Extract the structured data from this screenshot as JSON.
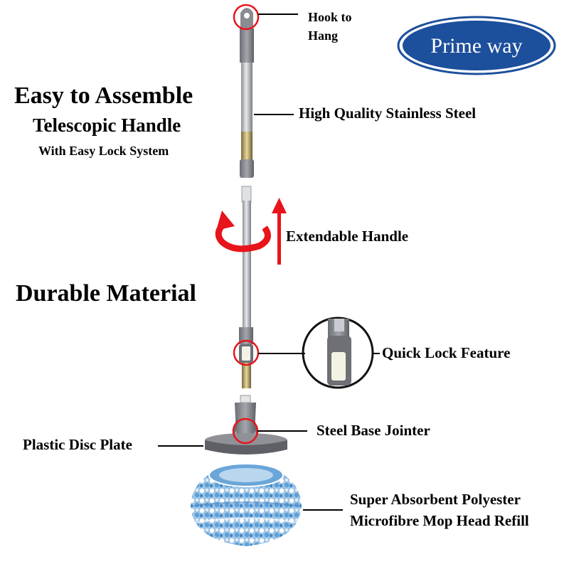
{
  "brand": {
    "logo_text": "Prime way"
  },
  "headings": {
    "assemble_title": "Easy to Assemble",
    "assemble_sub": "Telescopic Handle",
    "assemble_sub2": "With Easy Lock System",
    "durable": "Durable Material"
  },
  "callouts": {
    "hook_line1": "Hook to",
    "hook_line2": "Hang",
    "steel": "High Quality Stainless Steel",
    "extendable": "Extendable Handle",
    "quick_lock": "Quick Lock Feature",
    "base_jointer": "Steel Base Jointer",
    "disc_plate": "Plastic Disc Plate",
    "mop_line1": "Super Absorbent Polyester",
    "mop_line2": "Microfibre Mop Head Refill"
  },
  "colors": {
    "accent_red": "#e8141b",
    "logo_blue": "#1c4f9c",
    "handle_grey": "#7d7f86",
    "steel": "#bfc3c8",
    "mop_blue": "#6aa6d8"
  }
}
